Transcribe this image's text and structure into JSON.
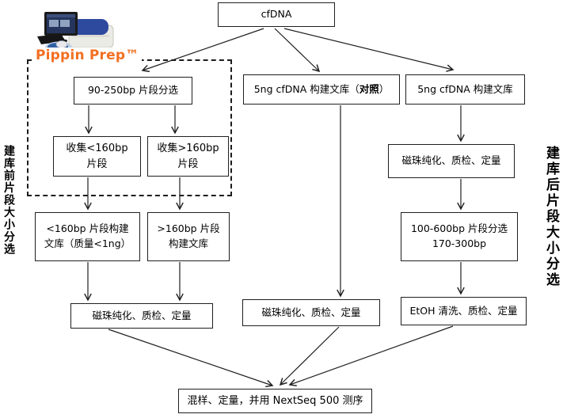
{
  "instrument": {
    "label": "Pippin Prep™",
    "image": "pippin-prep-sequencer-photo",
    "brand_color": "#F26F21",
    "lid_color": "#2E4A9E"
  },
  "side_labels": {
    "left": "建库前片段大小分选",
    "right": "建库后片段大小分选"
  },
  "nodes": {
    "cfdna": "cfDNA",
    "frag_select": "90-250bp 片段分选",
    "collect_lt": {
      "line1": "收集<160bp",
      "line2": "片段"
    },
    "collect_gt": {
      "line1": "收集>160bp",
      "line2": "片段"
    },
    "lib_control": {
      "prefix": "5ng cfDNA 构建文库（",
      "emphasis": "对照",
      "suffix": "）"
    },
    "lib_plain": "5ng cfDNA 构建文库",
    "lib_lt": {
      "line1": "<160bp 片段构建",
      "line2": "文库（质量<1ng）"
    },
    "lib_gt": {
      "line1": ">160bp 片段",
      "line2": "构建文库"
    },
    "beads_left": "磁珠纯化、质检、定量",
    "beads_mid": "磁珠纯化、质检、定量",
    "beads_right": "磁珠纯化、质检、定量",
    "size_select_post": {
      "line1": "100-600bp 片段分选",
      "line2": "170-300bp"
    },
    "etoh": "EtOH 清洗、质检、定量",
    "final": "混样、定量，并用 NextSeq 500 测序"
  },
  "colors": {
    "box_border": "#1F1F1F",
    "arrow": "#1F1F1F",
    "background": "#FFFFFF"
  }
}
